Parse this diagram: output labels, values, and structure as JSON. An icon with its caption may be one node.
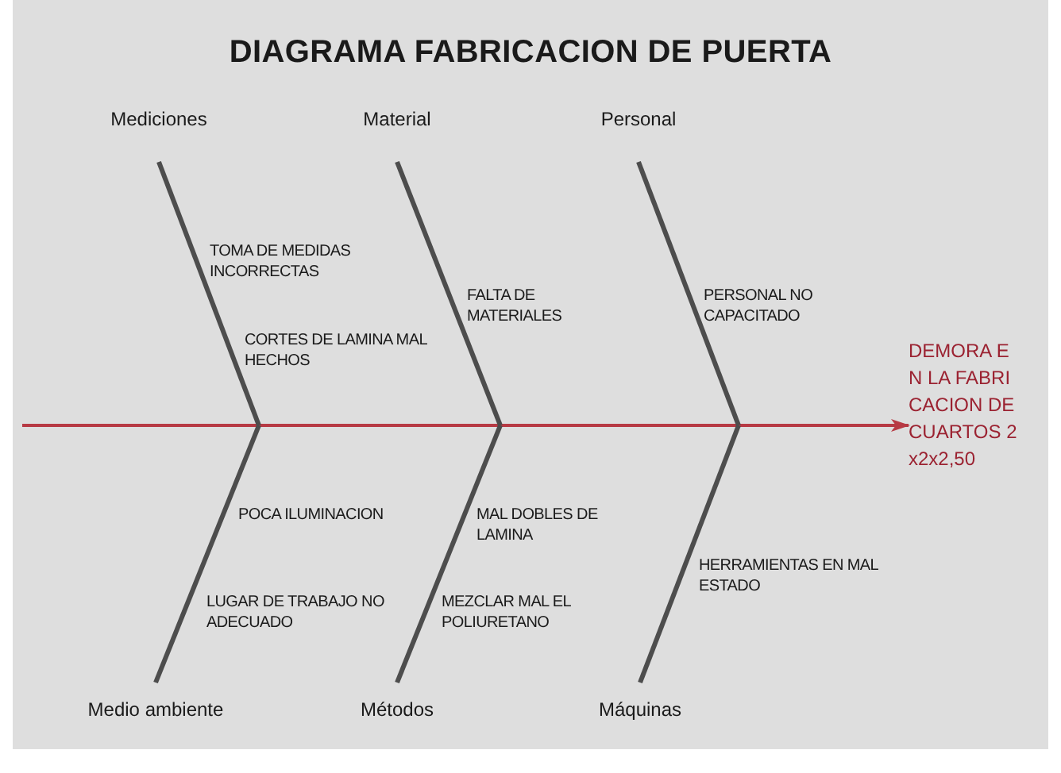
{
  "diagram": {
    "title": "DIAGRAMA FABRICACION DE PUERTA",
    "nodes": [
      {
        "text": [
          "Mediciones"
        ]
      },
      {
        "text": [
          "Material"
        ]
      },
      {
        "text": [
          "Personal"
        ]
      },
      {
        "text": [
          "Medio ambiente"
        ]
      },
      {
        "text": [
          "Métodos"
        ]
      },
      {
        "text": [
          "Máquinas"
        ]
      },
      {
        "text": [
          "DEMORA EN LA FABRICACION DE CUARTOS 2x2x2,50"
        ]
      }
    ],
    "edges": [
      {
        "from": null,
        "to": 6,
        "arrow": "to",
        "color": "#b73a44"
      },
      {
        "from": 0,
        "to": null,
        "arrow": "none"
      },
      {
        "from": 1,
        "to": null,
        "arrow": "none"
      },
      {
        "from": 2,
        "to": null,
        "arrow": "none"
      },
      {
        "from": 3,
        "to": null,
        "arrow": "none"
      },
      {
        "from": 4,
        "to": null,
        "arrow": "none"
      },
      {
        "from": 5,
        "to": null,
        "arrow": "none"
      }
    ],
    "labels": [
      "TOMA DE MEDIDAS INCORRECTAS",
      "CORTES DE LAMINA MAL HECHOS",
      "FALTA DE MATERIALES",
      "PERSONAL NO CAPACITADO",
      "POCA ILUMINACION",
      "LUGAR DE TRABAJO NO ADECUADO",
      "MAL DOBLES DE LAMINA",
      "MEZCLAR MAL EL POLIURETANO",
      "HERRAMIENTAS EN MAL ESTADO"
    ]
  }
}
